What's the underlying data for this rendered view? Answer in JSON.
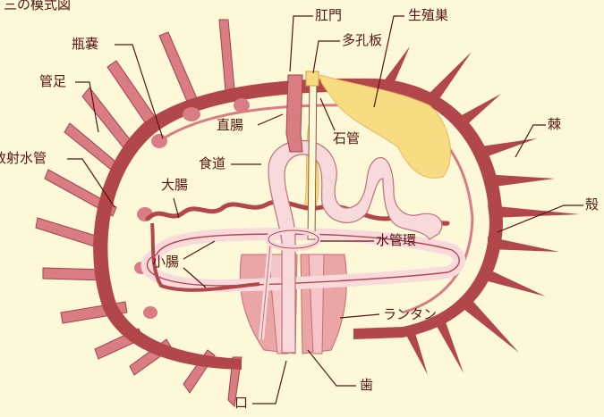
{
  "title": "三の模式図",
  "labels": {
    "anus": "肛門",
    "genital": "生殖巣",
    "madreporite": "多孔板",
    "ampulla": "瓶嚢",
    "tube_foot": "管足",
    "rectum": "直腸",
    "stone_canal": "石管",
    "spine": "棘",
    "radial_canal": "放射水管",
    "esophagus": "食道",
    "large_intestine": "大腸",
    "test": "殻",
    "ring_canal": "水管環",
    "small_intestine": "小腸",
    "lantern": "ランタン",
    "teeth": "歯",
    "mouth": "口"
  },
  "colors": {
    "background": "#fdf8d8",
    "shell": "#b1474b",
    "tube_feet": "#d97c83",
    "gut": "#f8dadc",
    "gut_edge": "#b1474b",
    "gonad": "#f8dc82",
    "label": "#5a1410"
  }
}
